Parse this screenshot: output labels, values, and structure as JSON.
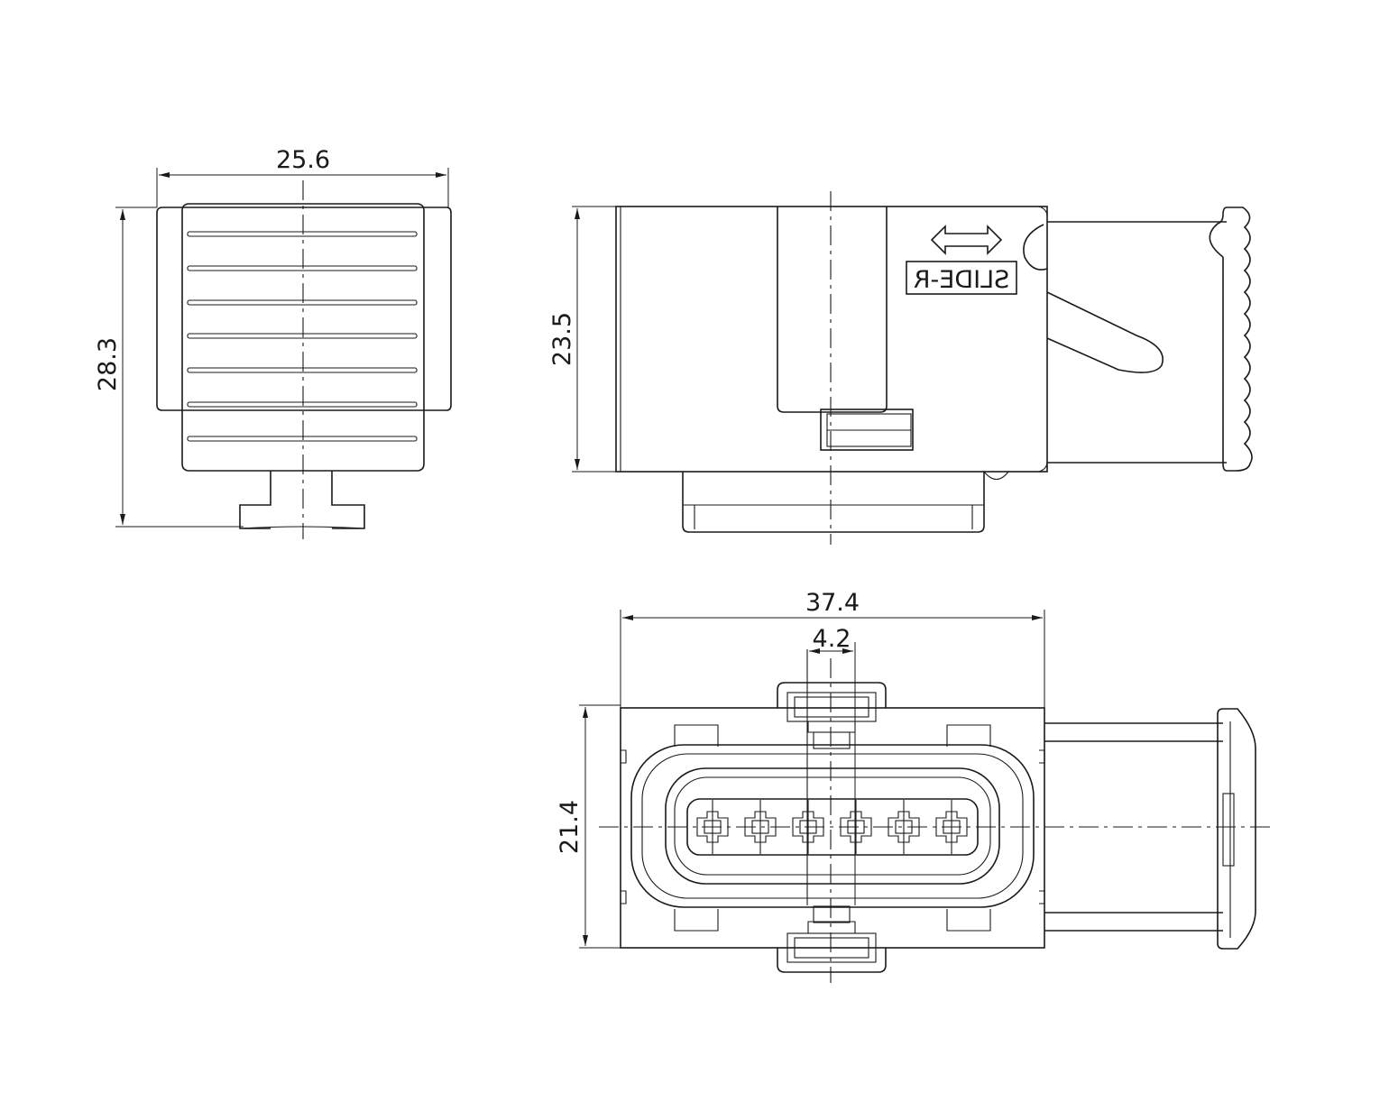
{
  "dimensions": {
    "front_width": "25.6",
    "front_height": "28.3",
    "side_height": "23.5",
    "bottom_width": "37.4",
    "pin_pitch": "4.2",
    "bottom_height": "21.4"
  },
  "side_view": {
    "slide_label": "SLIDE-R"
  },
  "pin_count": 6
}
